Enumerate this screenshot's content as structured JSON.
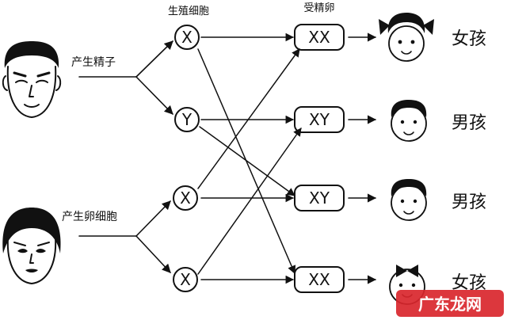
{
  "headers": {
    "germ_cells": "生殖细胞",
    "fertilized_egg": "受精卵"
  },
  "parents": {
    "father_process": "产生精子",
    "mother_process": "产生卵细胞"
  },
  "sperm": [
    "X",
    "Y"
  ],
  "eggs": [
    "X",
    "X"
  ],
  "zygotes": [
    "XX",
    "XY",
    "XY",
    "XX"
  ],
  "children": [
    "女孩",
    "男孩",
    "男孩",
    "女孩"
  ],
  "watermark": {
    "text": "广东龙网",
    "color": "#d9262c"
  }
}
